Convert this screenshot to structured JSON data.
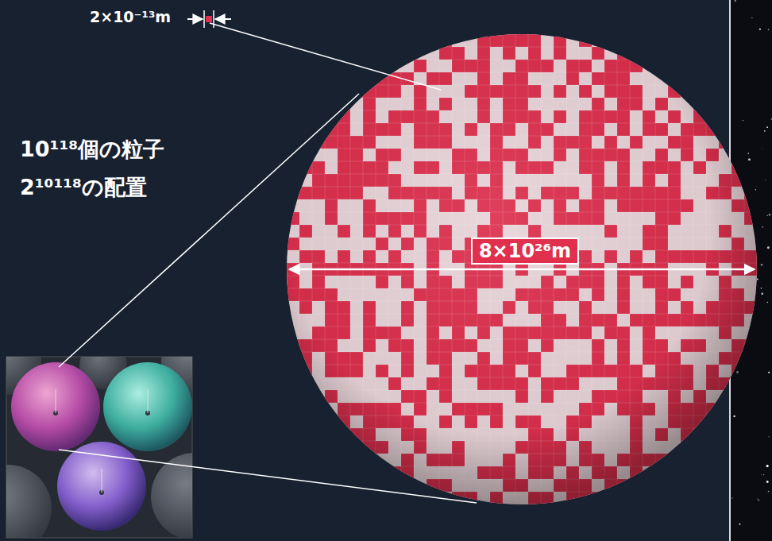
{
  "diagram": {
    "nodes": [
      {
        "text": [
          "8×10²⁶m"
        ]
      }
    ],
    "labels": [
      "2×10⁻¹³m",
      "10¹¹⁸個の粒子",
      "2¹⁰¹¹⁸の配置"
    ]
  }
}
